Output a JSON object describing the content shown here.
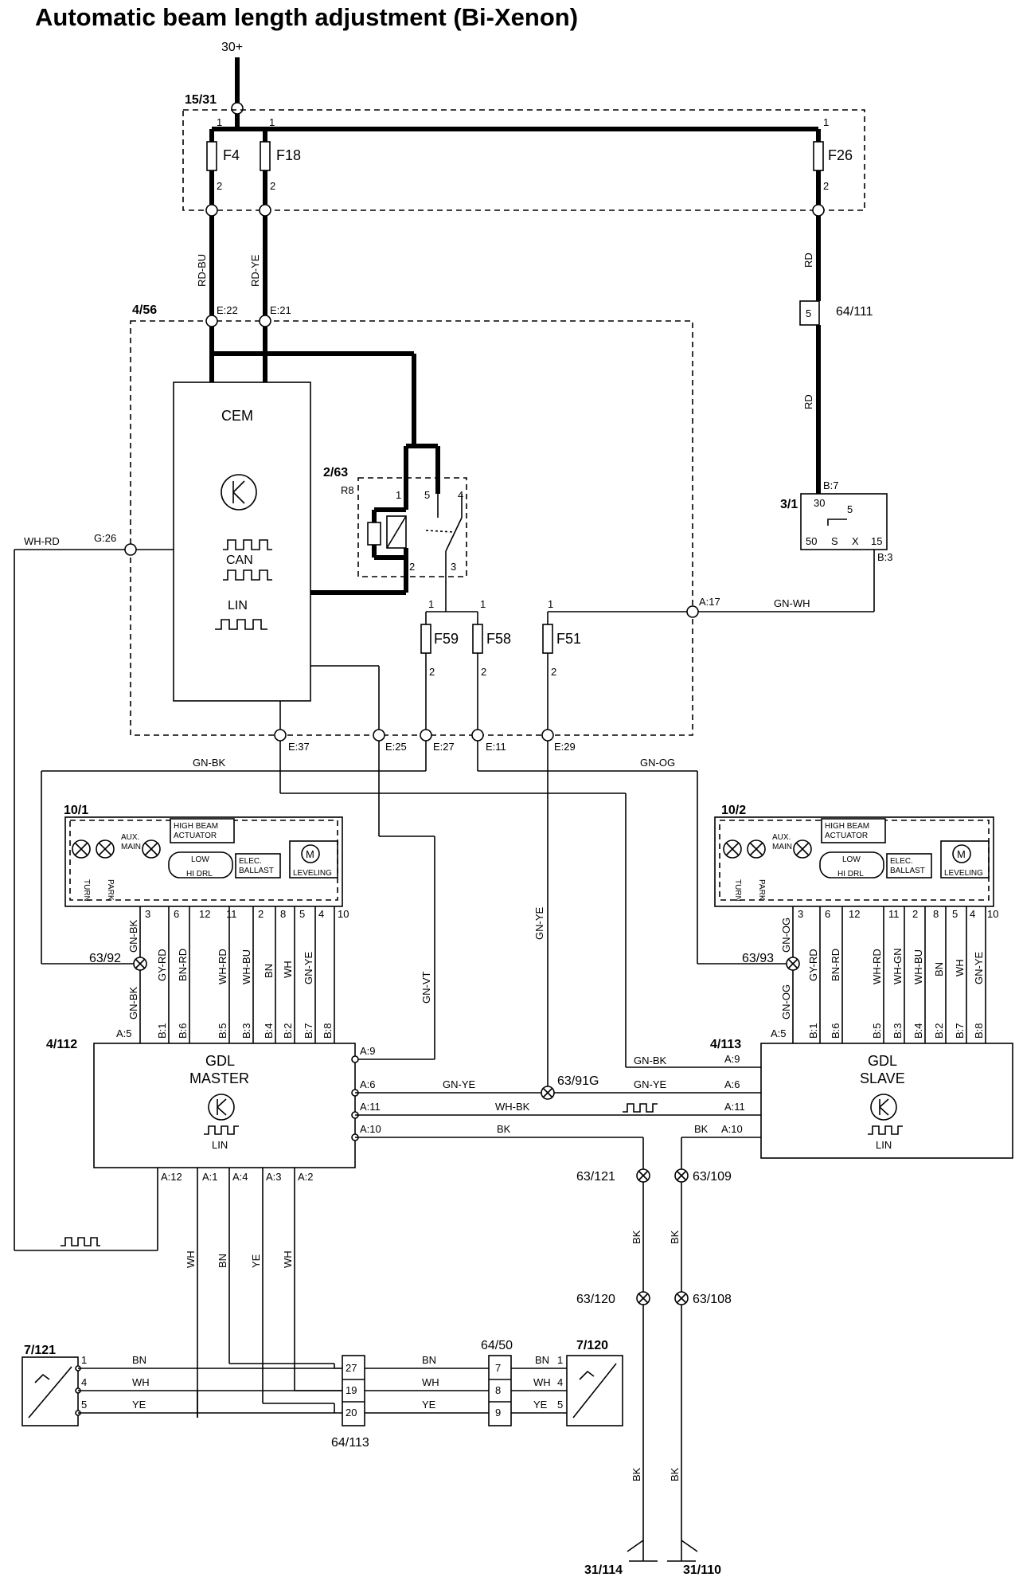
{
  "title": "Automatic beam length adjustment (Bi-Xenon)",
  "supply": "30+",
  "fuse_box": {
    "id": "15/31",
    "fuses": [
      "F4",
      "F18",
      "F26"
    ],
    "pin_in": "1",
    "pin_out": "2"
  },
  "wires_top": {
    "f4_wire": "RD-BU",
    "f18_wire": "RD-YE",
    "f26_wire": "RD",
    "f26_wire2": "RD"
  },
  "connector_64_111": {
    "id": "64/111",
    "pin": "5"
  },
  "cem_box": {
    "id": "4/56",
    "cem_label": "CEM",
    "can": "CAN",
    "lin": "LIN",
    "pins": {
      "e22": "E:22",
      "e21": "E:21",
      "g26": "G:26",
      "a17": "A:17",
      "e37": "E:37",
      "e25": "E:25",
      "e27": "E:27",
      "e11": "E:11",
      "e29": "E:29"
    },
    "relay": {
      "id": "2/63",
      "name": "R8",
      "pins": [
        "1",
        "5",
        "4",
        "2",
        "3"
      ]
    },
    "fuses": [
      "F59",
      "F58",
      "F51"
    ]
  },
  "ignition": {
    "id": "3/1",
    "b7": "B:7",
    "b3": "B:3",
    "pins": [
      "30",
      "5",
      "50",
      "S",
      "X",
      "15"
    ]
  },
  "wire_labels": {
    "wh_rd": "WH-RD",
    "gn_wh": "GN-WH",
    "gn_bk": "GN-BK",
    "gn_og": "GN-OG",
    "gn_ye": "GN-YE",
    "gn_vt": "GN-VT",
    "wh_bk": "WH-BK",
    "bk": "BK"
  },
  "headlamp_left": {
    "id": "10/1",
    "high_beam": [
      "HIGH BEAM",
      "ACTUATOR"
    ],
    "aux": [
      "AUX.",
      "MAIN"
    ],
    "turn": "TURN",
    "park": "PARK",
    "low": [
      "LOW",
      "HI DRL"
    ],
    "ballast": [
      "ELEC.",
      "BALLAST"
    ],
    "leveling": "LEVELING",
    "pins": [
      "3",
      "6",
      "12",
      "11",
      "2",
      "8",
      "5",
      "4",
      "10"
    ],
    "wires": [
      "GN-BK",
      "GY-RD",
      "BN-RD",
      "WH-RD",
      "WH-BU",
      "BN",
      "WH",
      "GN-YE"
    ],
    "splice": "63/92"
  },
  "headlamp_right": {
    "id": "10/2",
    "high_beam": [
      "HIGH BEAM",
      "ACTUATOR"
    ],
    "aux": [
      "AUX.",
      "MAIN"
    ],
    "turn": "TURN",
    "park": "PARK",
    "low": [
      "LOW",
      "HI DRL"
    ],
    "ballast": [
      "ELEC.",
      "BALLAST"
    ],
    "leveling": "LEVELING",
    "pins": [
      "3",
      "6",
      "12",
      "11",
      "2",
      "8",
      "5",
      "4",
      "10"
    ],
    "wires": [
      "GN-OG",
      "GY-RD",
      "BN-RD",
      "WH-RD",
      "WH-GN",
      "WH-BU",
      "BN",
      "WH",
      "GN-YE"
    ],
    "splice": "63/93"
  },
  "gdl_master": {
    "id": "4/112",
    "line1": "GDL",
    "line2": "MASTER",
    "lin": "LIN",
    "top_pins": [
      "A:5",
      "B:1",
      "B:6",
      "B:5",
      "B:3",
      "B:4",
      "B:2",
      "B:7",
      "B:8"
    ],
    "right_pins": [
      "A:9",
      "A:6",
      "A:11",
      "A:10"
    ],
    "bottom_pins": [
      "A:12",
      "A:1",
      "A:4",
      "A:3",
      "A:2"
    ],
    "bottom_wires": [
      "WH",
      "BN",
      "YE",
      "WH"
    ]
  },
  "gdl_slave": {
    "id": "4/113",
    "line1": "GDL",
    "line2": "SLAVE",
    "lin": "LIN",
    "top_pins": [
      "A:5",
      "B:1",
      "B:6",
      "B:5",
      "B:3",
      "B:4",
      "B:2",
      "B:7",
      "B:8"
    ],
    "left_pins": [
      "A:9",
      "A:6",
      "A:11",
      "A:10"
    ]
  },
  "splices": {
    "s91g": "63/91G",
    "s121": "63/121",
    "s109": "63/109",
    "s120": "63/120",
    "s108": "63/108"
  },
  "sensor_left": {
    "id": "7/121",
    "pins": [
      "1",
      "4",
      "5"
    ],
    "wires": [
      "BN",
      "WH",
      "YE"
    ]
  },
  "sensor_right": {
    "id": "7/120",
    "pins": [
      "1",
      "4",
      "5"
    ],
    "wires": [
      "BN",
      "WH",
      "YE"
    ]
  },
  "connector_64_113": {
    "id": "64/113",
    "pins": [
      "27",
      "19",
      "20"
    ]
  },
  "connector_64_50": {
    "id": "64/50",
    "pins": [
      "7",
      "8",
      "9"
    ]
  },
  "mid_wires": [
    "BN",
    "WH",
    "YE"
  ],
  "grounds": {
    "g114": "31/114",
    "g110": "31/110"
  }
}
